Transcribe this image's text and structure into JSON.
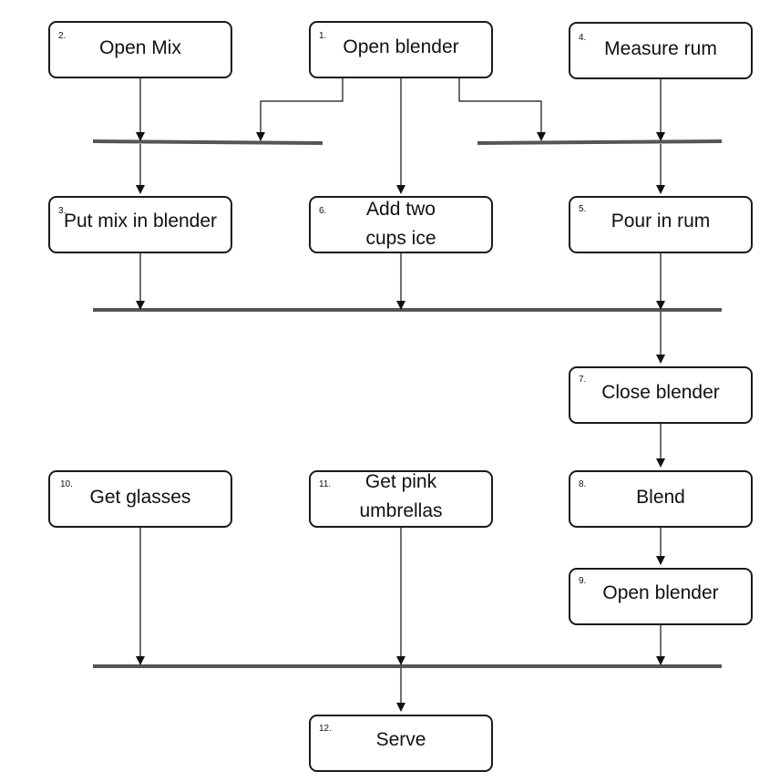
{
  "nodes": [
    {
      "id": "n2",
      "num": "2.",
      "lines": [
        "Open Mix"
      ]
    },
    {
      "id": "n1",
      "num": "1.",
      "lines": [
        "Open blender"
      ]
    },
    {
      "id": "n4",
      "num": "4.",
      "lines": [
        "Measure rum"
      ]
    },
    {
      "id": "n3",
      "num": "3.",
      "lines": [
        "Put mix in blender"
      ]
    },
    {
      "id": "n6",
      "num": "6.",
      "lines": [
        "Add two",
        "cups ice"
      ]
    },
    {
      "id": "n5",
      "num": "5.",
      "lines": [
        "Pour in rum"
      ]
    },
    {
      "id": "n7",
      "num": "7.",
      "lines": [
        "Close blender"
      ]
    },
    {
      "id": "n10",
      "num": "10.",
      "lines": [
        "Get glasses"
      ]
    },
    {
      "id": "n11",
      "num": "11.",
      "lines": [
        "Get pink",
        "umbrellas"
      ]
    },
    {
      "id": "n8",
      "num": "8.",
      "lines": [
        "Blend"
      ]
    },
    {
      "id": "n9",
      "num": "9.",
      "lines": [
        "Open blender"
      ]
    },
    {
      "id": "n12",
      "num": "12.",
      "lines": [
        "Serve"
      ]
    }
  ],
  "colors": {
    "bar": "#555555",
    "edge": "#111111",
    "box_border": "#1a1a1a"
  }
}
